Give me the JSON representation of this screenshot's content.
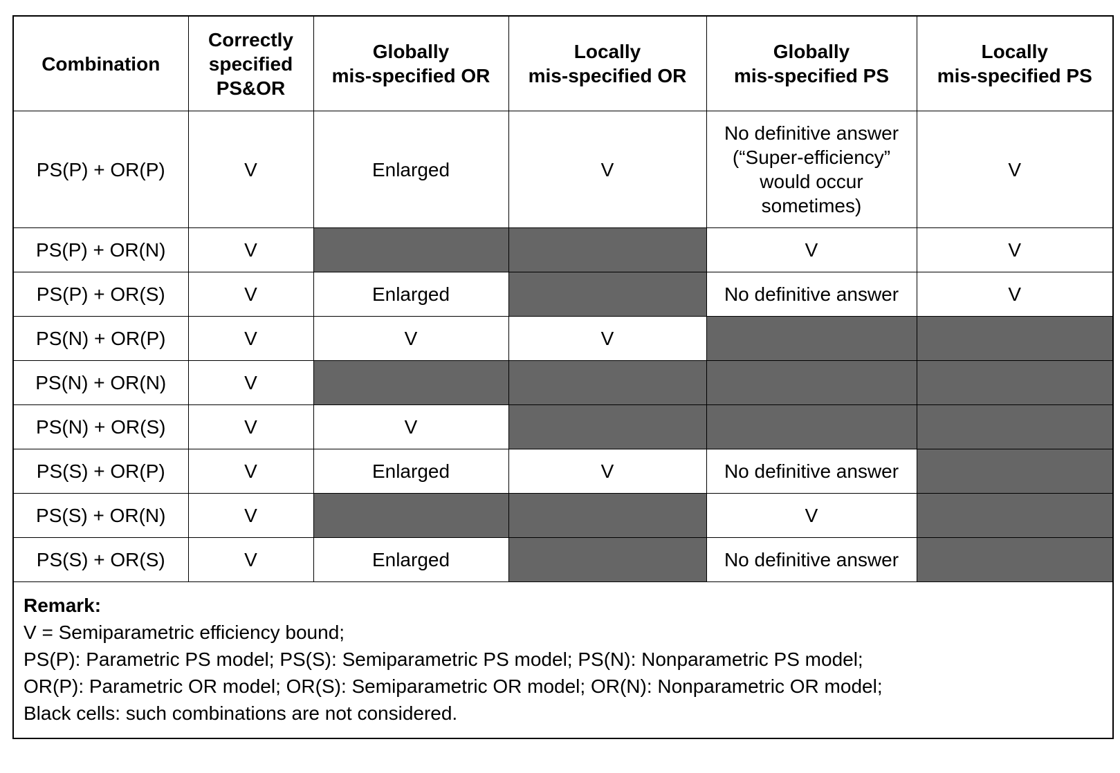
{
  "table": {
    "headers": [
      [
        "Combination"
      ],
      [
        "Correctly",
        "specified",
        "PS&OR"
      ],
      [
        "Globally",
        "mis-specified OR"
      ],
      [
        "Locally",
        "mis-specified OR"
      ],
      [
        "Globally",
        "mis-specified PS"
      ],
      [
        "Locally",
        "mis-specified PS"
      ]
    ],
    "rows": [
      {
        "cells": [
          [
            "PS(P) + OR(P)"
          ],
          [
            "V"
          ],
          [
            "Enlarged"
          ],
          [
            "V"
          ],
          [
            "No definitive answer",
            "(“Super-efficiency”",
            "would occur",
            "sometimes)"
          ],
          [
            "V"
          ]
        ],
        "shaded": [
          false,
          false,
          false,
          false,
          false,
          false
        ]
      },
      {
        "cells": [
          [
            "PS(P) + OR(N)"
          ],
          [
            "V"
          ],
          [],
          [],
          [
            "V"
          ],
          [
            "V"
          ]
        ],
        "shaded": [
          false,
          false,
          true,
          true,
          false,
          false
        ]
      },
      {
        "cells": [
          [
            "PS(P) + OR(S)"
          ],
          [
            "V"
          ],
          [
            "Enlarged"
          ],
          [],
          [
            "No definitive answer"
          ],
          [
            "V"
          ]
        ],
        "shaded": [
          false,
          false,
          false,
          true,
          false,
          false
        ]
      },
      {
        "cells": [
          [
            "PS(N) + OR(P)"
          ],
          [
            "V"
          ],
          [
            "V"
          ],
          [
            "V"
          ],
          [],
          []
        ],
        "shaded": [
          false,
          false,
          false,
          false,
          true,
          true
        ]
      },
      {
        "cells": [
          [
            "PS(N) + OR(N)"
          ],
          [
            "V"
          ],
          [],
          [],
          [],
          []
        ],
        "shaded": [
          false,
          false,
          true,
          true,
          true,
          true
        ]
      },
      {
        "cells": [
          [
            "PS(N) + OR(S)"
          ],
          [
            "V"
          ],
          [
            "V"
          ],
          [],
          [],
          []
        ],
        "shaded": [
          false,
          false,
          false,
          true,
          true,
          true
        ]
      },
      {
        "cells": [
          [
            "PS(S) + OR(P)"
          ],
          [
            "V"
          ],
          [
            "Enlarged"
          ],
          [
            "V"
          ],
          [
            "No definitive answer"
          ],
          []
        ],
        "shaded": [
          false,
          false,
          false,
          false,
          false,
          true
        ]
      },
      {
        "cells": [
          [
            "PS(S) + OR(N)"
          ],
          [
            "V"
          ],
          [],
          [],
          [
            "V"
          ],
          []
        ],
        "shaded": [
          false,
          false,
          true,
          true,
          false,
          true
        ]
      },
      {
        "cells": [
          [
            "PS(S) + OR(S)"
          ],
          [
            "V"
          ],
          [
            "Enlarged"
          ],
          [],
          [
            "No definitive answer"
          ],
          []
        ],
        "shaded": [
          false,
          false,
          false,
          true,
          false,
          true
        ]
      }
    ]
  },
  "remark": {
    "title": "Remark:",
    "lines": [
      "V = Semiparametric efficiency bound;",
      "PS(P): Parametric PS model; PS(S): Semiparametric PS model; PS(N): Nonparametric PS model;",
      "OR(P): Parametric OR model; OR(S): Semiparametric OR model; OR(N): Nonparametric OR model;",
      "Black cells: such combinations are not considered."
    ]
  }
}
